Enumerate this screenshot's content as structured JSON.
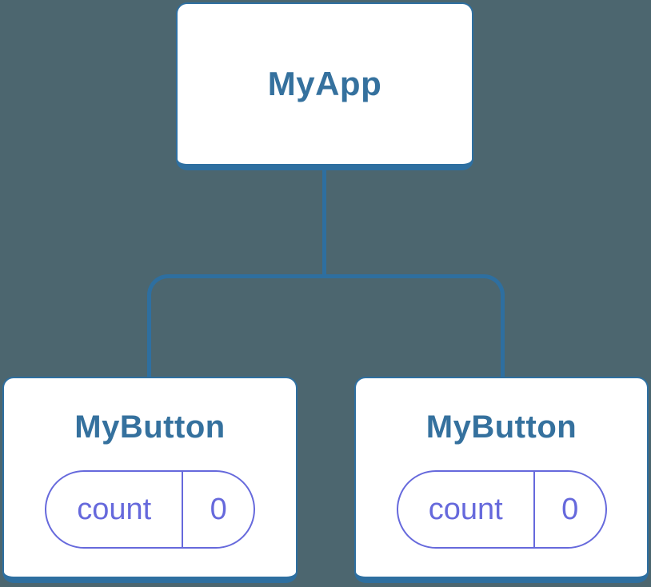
{
  "colors": {
    "background": "#4C666F",
    "node_fill": "#FFFFFF",
    "connector_blue": "#2E6FA0",
    "node_title_blue": "#35719E",
    "state_purple": "#6669DC"
  },
  "tree": {
    "root": {
      "label": "MyApp"
    },
    "children": [
      {
        "label": "MyButton",
        "state": {
          "key": "count",
          "value": "0"
        }
      },
      {
        "label": "MyButton",
        "state": {
          "key": "count",
          "value": "0"
        }
      }
    ]
  }
}
